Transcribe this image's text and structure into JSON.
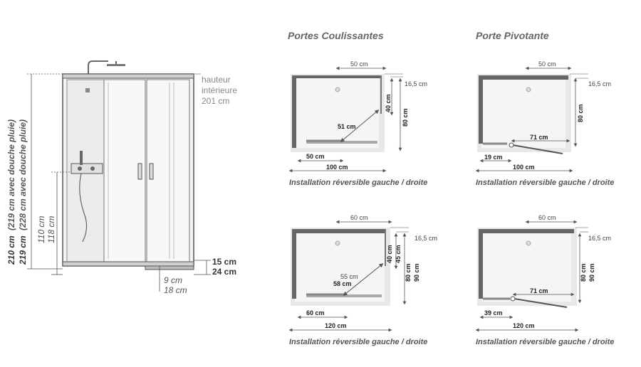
{
  "titles": {
    "sliding": "Portes Coulissantes",
    "pivot": "Porte Pivotante"
  },
  "front_view": {
    "height_label_1": "210 cm",
    "height_label_1_paren": "(219 cm avec douche pluie)",
    "height_label_2": "219 cm",
    "height_label_2_paren": "(228 cm avec douche pluie)",
    "mixer_height_1": "110 cm",
    "mixer_height_2": "118 cm",
    "inner_height_line1": "hauteur",
    "inner_height_line2": "intérieure",
    "inner_height_line3": "201 cm",
    "base_height_1": "15 cm",
    "base_height_2": "24 cm",
    "tray_height_1": "9 cm",
    "tray_height_2": "18 cm"
  },
  "plans": {
    "sliding_100": {
      "top": "50 cm",
      "side_offset": "16,5 cm",
      "side_inner": "40 cm",
      "side_total": "80 cm",
      "diagonal": "51 cm",
      "opening": "50 cm",
      "width": "100 cm",
      "caption": "Installation réversible gauche / droite"
    },
    "pivot_100": {
      "top": "50 cm",
      "side_offset": "16,5 cm",
      "side_total": "80 cm",
      "door": "71 cm",
      "fixed": "19 cm",
      "width": "100 cm",
      "caption": "Installation réversible gauche / droite"
    },
    "sliding_120": {
      "top": "60 cm",
      "side_offset": "16,5 cm",
      "side_inner_1": "40 cm",
      "side_inner_2": "45 cm",
      "side_total_1": "80 cm",
      "side_total_2": "90 cm",
      "diagonal_1": "55 cm",
      "diagonal_2": "58 cm",
      "opening": "60 cm",
      "width": "120 cm",
      "caption": "Installation réversible gauche / droite"
    },
    "pivot_120": {
      "top": "60 cm",
      "side_offset": "16,5 cm",
      "side_total_1": "80 cm",
      "side_total_2": "90 cm",
      "door": "71 cm",
      "fixed": "39 cm",
      "width": "120 cm",
      "caption": "Installation réversible gauche / droite"
    }
  }
}
